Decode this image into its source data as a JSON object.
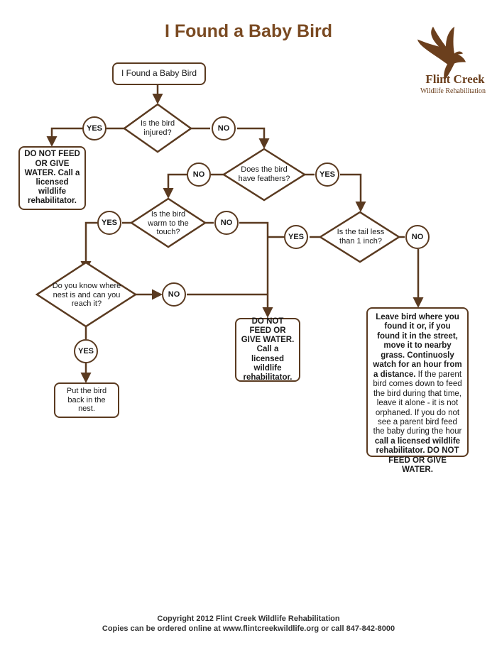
{
  "title": "I Found a Baby Bird",
  "logo": {
    "name": "Flint Creek",
    "subtitle": "Wildlife Rehabilitation",
    "icon": "hawk-icon",
    "color": "#6b3f1d"
  },
  "colors": {
    "line": "#5a3a20",
    "title": "#7a4a22"
  },
  "flow": {
    "start": "I Found a Baby Bird",
    "q_injured": "Is the bird injured?",
    "q_feathers": "Does the bird have feathers?",
    "q_warm": "Is the bird warm to the touch?",
    "q_tail": "Is the tail less than 1 inch?",
    "q_nest": "Do you know where nest is and can you reach it?",
    "yes": "YES",
    "no": "NO",
    "rehab_msg": "DO NOT FEED OR GIVE WATER. Call a licensed wildlife rehabilitator.",
    "put_back": "Put the bird back in the nest.",
    "leave_bold": "Leave bird where you found it or, if you found it in the street, move it to nearby grass. Continuosly watch for an hour from a distance.",
    "leave_normal": "If the parent bird comes down to feed the bird during that time, leave it alone - it is not orphaned. If you do not see a parent bird feed the baby during the hour",
    "leave_call": "call a licensed wildlife rehabilitator. DO NOT FEED OR GIVE WATER."
  },
  "footer": {
    "line1": "Copyright 2012 Flint Creek Wildlife Rehabilitation",
    "line2": "Copies can be ordered online at www.flintcreekwildlife.org or call 847-842-8000"
  }
}
